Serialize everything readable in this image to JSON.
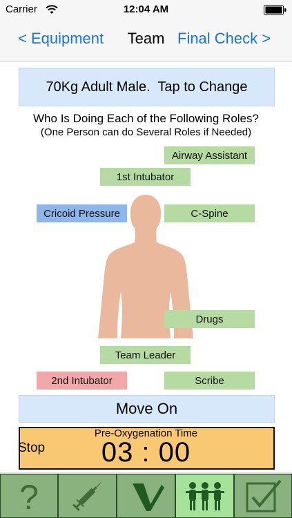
{
  "status_bar": {
    "carrier": "Carrier",
    "time": "12:04 AM"
  },
  "nav": {
    "back_label": "< Equipment",
    "title": "Team",
    "forward_label": "Final Check >"
  },
  "patient": {
    "label": "70Kg Adult Male.  Tap to Change"
  },
  "question": {
    "line1": "Who Is Doing Each of the Following Roles?",
    "line2": "(One Person can do Several Roles if Needed)"
  },
  "roles": {
    "airway_assistant": "Airway Assistant",
    "first_intubator": "1st Intubator",
    "cricoid_pressure": "Cricoid Pressure",
    "c_spine": "C-Spine",
    "drugs": "Drugs",
    "team_leader": "Team Leader",
    "second_intubator": "2nd Intubator",
    "scribe": "Scribe"
  },
  "move_on": {
    "label": "Move On"
  },
  "timer": {
    "stop_label": "Stop",
    "title": "Pre-Oxygenation Time",
    "value": "03 : 00"
  },
  "tabs": [
    {
      "icon": "question-icon"
    },
    {
      "icon": "syringe-icon"
    },
    {
      "icon": "laryngoscope-icon"
    },
    {
      "icon": "team-icon",
      "active": true
    },
    {
      "icon": "checkbox-icon"
    }
  ],
  "colors": {
    "link": "#1a73d9",
    "role_default": "#b6dba2",
    "role_assigned_blue": "#8fb6ea",
    "role_assigned_red": "#f2a8a8",
    "banner": "#d7e8fb",
    "timer": "#f9c873",
    "tab": "#8ab27e",
    "tab_active": "#a6e39a"
  }
}
